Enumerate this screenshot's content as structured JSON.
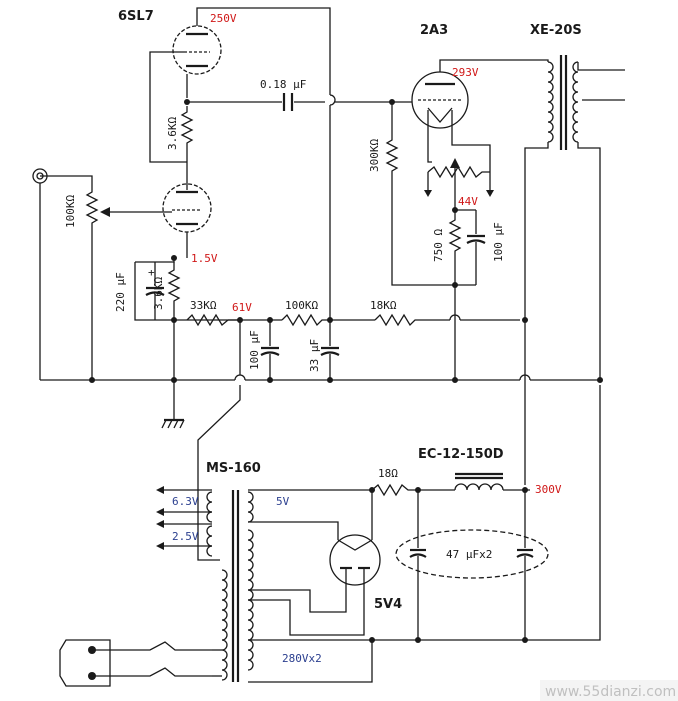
{
  "tubes": {
    "input_tube": "6SL7",
    "power_tube": "2A3",
    "rectifier_tube": "5V4"
  },
  "transformers": {
    "output": "XE-20S",
    "power": "MS-160",
    "choke": "EC-12-150D"
  },
  "voltages": {
    "v_250": "250V",
    "v_293": "293V",
    "v_44": "44V",
    "v_1_5": "1.5V",
    "v_61": "61V",
    "v_300": "300V"
  },
  "components": {
    "c_018": "0.18 μF",
    "r_3_6k_top": "3.6KΩ",
    "r_300k": "300KΩ",
    "vr_100k": "100KΩ",
    "r_3_6k_bot": "3.6KΩ",
    "c_220": "220 μF",
    "r_33k": "33KΩ",
    "r_100k": "100KΩ",
    "r_18k": "18KΩ",
    "c_100_a": "100 μF",
    "c_33": "33 μF",
    "r_750": "750 Ω",
    "c_100_b": "100 μF",
    "r_18": "18Ω",
    "c_47x2": "47 μFx2"
  },
  "windings": {
    "h_6_3": "6.3V",
    "h_2_5": "2.5V",
    "h_5": "5V",
    "hv": "280Vx2"
  },
  "watermark": "www.55dianzi.com"
}
